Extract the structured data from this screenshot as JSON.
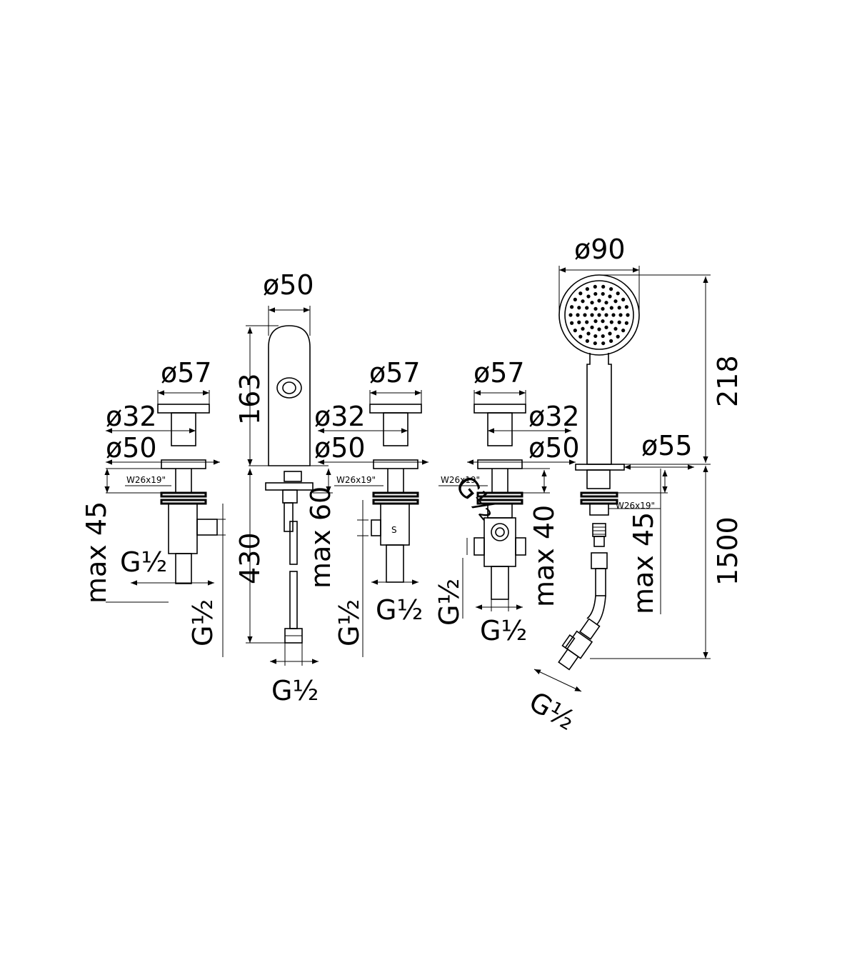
{
  "labels": {
    "dia_spout": "ø50",
    "dia_handshower": "ø90",
    "dia_handle_1": "ø57",
    "dia_handle_2": "ø57",
    "dia_handle_3": "ø57",
    "dia_stem_1": "ø32",
    "dia_stem_2": "ø32",
    "dia_stem_3": "ø32",
    "dia_base_1": "ø50",
    "dia_base_2": "ø50",
    "dia_base_3": "ø50",
    "dia_holder": "ø55",
    "spout_height": "163",
    "spout_total": "430",
    "spout_max": "max 60",
    "left_max": "max 45",
    "div_max": "max 40",
    "holder_max": "max 45",
    "hs_height": "218",
    "hose_length": "1500",
    "thread_1": "W26x19\"",
    "thread_2": "W26x19\"",
    "thread_3": "W26x19\"",
    "thread_4": "W26x19\"",
    "g_half": "G½"
  }
}
